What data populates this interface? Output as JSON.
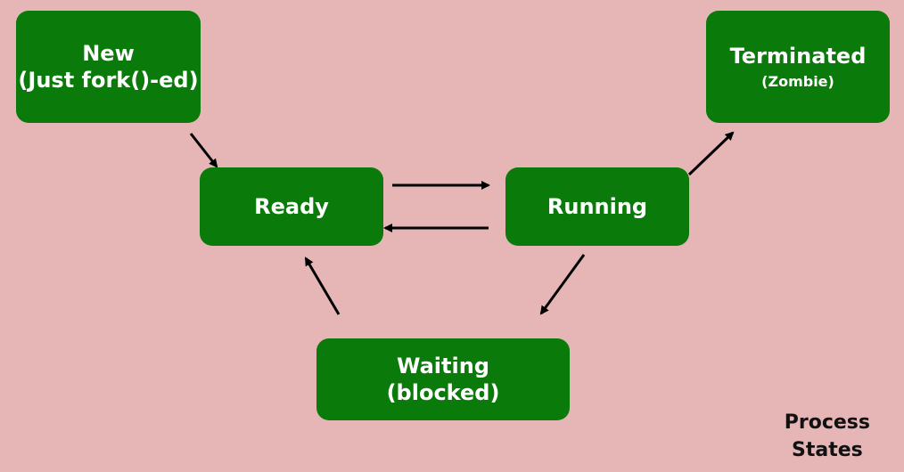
{
  "colors": {
    "background": "#e6b6b6",
    "state_fill": "#0a7a0a",
    "state_text": "#ffffff",
    "arrow": "#000000"
  },
  "states": {
    "new": {
      "line1": "New",
      "line2": "(Just fork()-ed)"
    },
    "terminated": {
      "line1": "Terminated",
      "line2": "(Zombie)"
    },
    "ready": {
      "label": "Ready"
    },
    "running": {
      "label": "Running"
    },
    "waiting": {
      "line1": "Waiting",
      "line2": "(blocked)"
    }
  },
  "transitions": [
    {
      "from": "New",
      "to": "Ready"
    },
    {
      "from": "Ready",
      "to": "Running"
    },
    {
      "from": "Running",
      "to": "Ready"
    },
    {
      "from": "Running",
      "to": "Terminated"
    },
    {
      "from": "Running",
      "to": "Waiting"
    },
    {
      "from": "Waiting",
      "to": "Ready"
    }
  ],
  "caption": {
    "line1": "Process",
    "line2": "States"
  }
}
